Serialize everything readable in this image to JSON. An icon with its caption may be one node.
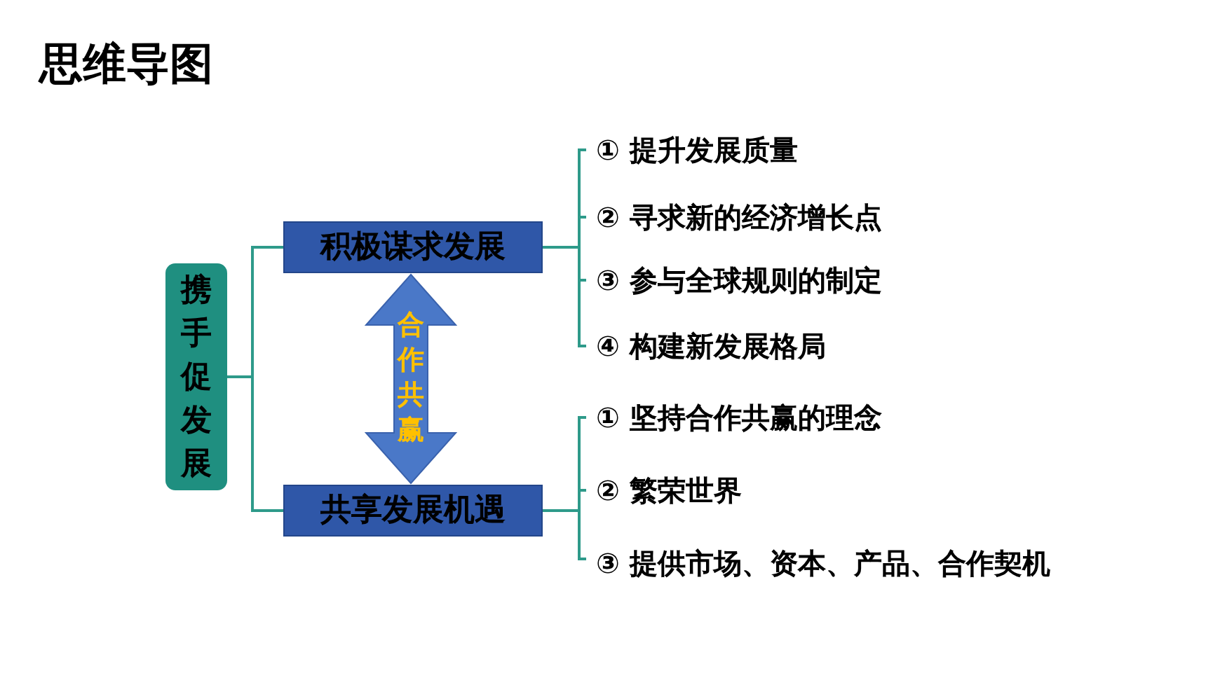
{
  "diagram": {
    "title": "思维导图",
    "nodes": [
      {
        "text": [
          "携手促发展"
        ]
      },
      {
        "text": [
          "积极谋求发展"
        ]
      },
      {
        "text": [
          "共享发展机遇"
        ]
      },
      {
        "text": [
          "① 提升发展质量"
        ]
      },
      {
        "text": [
          "② 寻求新的经济增长点"
        ]
      },
      {
        "text": [
          "③ 参与全球规则的制定"
        ]
      },
      {
        "text": [
          "④ 构建新发展格局"
        ]
      },
      {
        "text": [
          "① 坚持合作共赢的理念"
        ]
      },
      {
        "text": [
          "② 繁荣世界"
        ]
      },
      {
        "text": [
          "③ 提供市场、资本、产品、合作契机"
        ]
      }
    ],
    "edges": [
      {
        "from": 0,
        "to": 1,
        "arrow": "none"
      },
      {
        "from": 0,
        "to": 2,
        "arrow": "none"
      },
      {
        "from": 1,
        "to": 2,
        "arrow": "both",
        "label": "合作共赢",
        "style": "thick",
        "color": "#4a78c8"
      },
      {
        "from": 1,
        "to": 3,
        "arrow": "none"
      },
      {
        "from": 1,
        "to": 4,
        "arrow": "none"
      },
      {
        "from": 1,
        "to": 5,
        "arrow": "none"
      },
      {
        "from": 1,
        "to": 6,
        "arrow": "none"
      },
      {
        "from": 2,
        "to": 7,
        "arrow": "none"
      },
      {
        "from": 2,
        "to": 8,
        "arrow": "none"
      },
      {
        "from": 2,
        "to": 9,
        "arrow": "none"
      }
    ]
  }
}
